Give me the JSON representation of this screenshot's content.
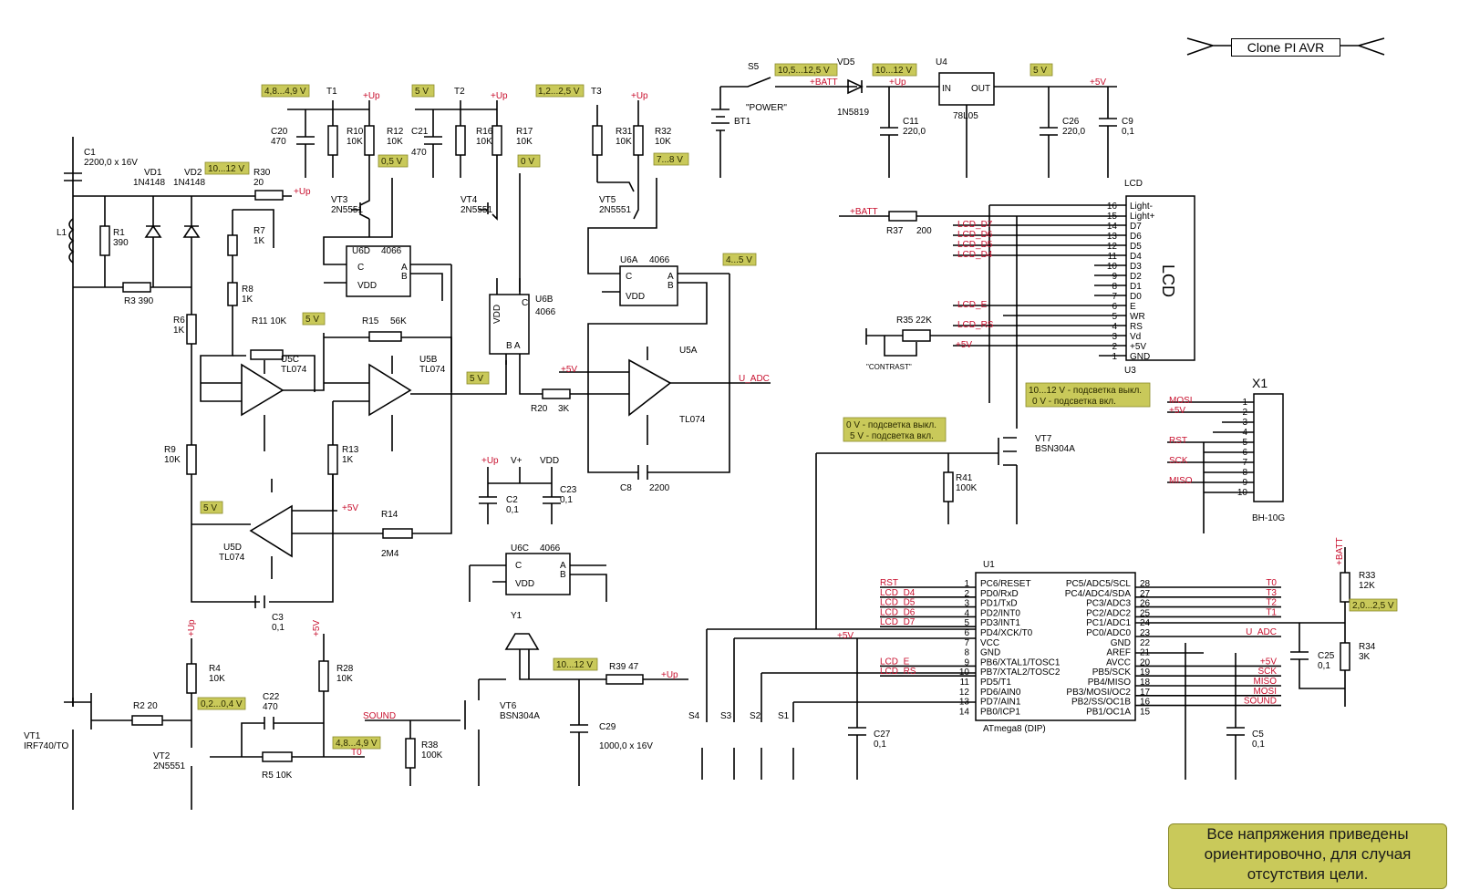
{
  "title": "Clone PI AVR",
  "note": [
    "Все напряжения приведены",
    "ориентировочно, для случая",
    "отсутствия цели."
  ],
  "colors": {
    "wire": "#000000",
    "signal": "#c8102e",
    "tag_fill": "#c9c95a"
  },
  "tags": {
    "t1": "4,8...4,9 V",
    "t_5v_a": "5 V",
    "t_1225": "1,2...2,5 V",
    "t_batt": "10,5...12,5 V",
    "t_up": "10...12 V",
    "t_5v_b": "5 V",
    "t_05": "0,5 V",
    "t_0v": "0 V",
    "t_78": "7...8 V",
    "t_4012": "10...12 V",
    "t_5v_c": "5 V",
    "t_5v_d": "5 V",
    "t_45": "4...5 V",
    "t_5v_e": "5 V",
    "t_02": "0,2...0,4 V",
    "t_489b": "4,8...4,9 V",
    "t_1012b": "10...12 V",
    "t_2025": "2,0...2,5 V",
    "bl1a": "10...12 V - подсветка выкл.",
    "bl1b": "0 V - подсветка вкл.",
    "bl2a": "0 V - подсветка выкл.",
    "bl2b": "5 V - подсветка вкл."
  },
  "labels": {
    "c1": "C1",
    "c1v": "2200,0 x 16V",
    "vd1": "VD1",
    "vd1v": "1N4148",
    "vd2": "VD2",
    "vd2v": "1N4148",
    "r30": "R30",
    "r30v": "20",
    "up": "+Up",
    "l1": "L1",
    "r1": "R1",
    "r1v": "390",
    "r3": "R3  390",
    "r7": "R7",
    "r7v": "1K",
    "r8": "R8",
    "r8v": "1K",
    "r6": "R6",
    "r6v": "1K",
    "r11": "R11  10K",
    "u5c": "U5C",
    "tl074": "TL074",
    "r15": "R15",
    "r15v": "56K",
    "u5b": "U5B",
    "r13": "R13",
    "r13v": "1K",
    "r9": "R9",
    "r9v": "10K",
    "u5d": "U5D",
    "r14": "R14",
    "r14v": "2M4",
    "c3": "C3",
    "c3v": "0,1",
    "c20": "C20",
    "c20v": "470",
    "r10": "R10",
    "r10v": "10K",
    "r12": "R12",
    "r12v": "10K",
    "t1": "T1",
    "c21": "C21",
    "c21v": "470",
    "r16": "R16",
    "r16v": "10K",
    "r17": "R17",
    "r17v": "10K",
    "t2": "T2",
    "vt3": "VT3",
    "vt3v": "2N5551",
    "vt4": "VT4",
    "vt4v": "2N5551",
    "vt5": "VT5",
    "vt5v": "2N5551",
    "t3": "T3",
    "r31": "R31",
    "r31v": "10K",
    "r32": "R32",
    "r32v": "10K",
    "u6d": "U6D",
    "u6a": "U6A",
    "u6b": "U6B",
    "u6c": "U6C",
    "ic4066": "4066",
    "vdd": "VDD",
    "c": "C",
    "a": "A",
    "b": "B",
    "ba": "B  A",
    "u5a": "U5A",
    "r20": "R20",
    "r20v": "3K",
    "c8": "C8",
    "c8v": "2200",
    "p5v": "+5V",
    "uadc": "U_ADC",
    "s5": "S5",
    "power": "\"POWER\"",
    "batt": "+BATT",
    "bt1": "BT1",
    "vd5": "VD5",
    "vd5v": "1N5819",
    "u4": "U4",
    "u4v": "78L05",
    "in": "IN",
    "out": "OUT",
    "c11": "C11",
    "c11v": "220,0",
    "c26": "C26",
    "c26v": "220,0",
    "c9": "C9",
    "c9v": "0,1",
    "lcd": "LCD",
    "lcd_big": "LCD",
    "u3": "U3",
    "r37": "R37",
    "r37v": "200",
    "r35": "R35 22K",
    "contrast": "\"CONTRAST\"",
    "vt7": "VT7",
    "bsn": "BSN304A",
    "r41": "R41",
    "r41v": "100K",
    "x1": "X1",
    "bh": "BH-10G",
    "cap_vup": "+Up",
    "vplus": "V+",
    "vddl": "VDD",
    "c2": "C2",
    "c2v": "0,1",
    "c23": "C23",
    "c23v": "0,1",
    "y1": "Y1",
    "r39": "R39  47",
    "c29": "C29",
    "c29v": "1000,0 x 16V",
    "vt6": "VT6",
    "sound": "SOUND",
    "r38": "R38",
    "r38v": "100K",
    "vt1": "VT1",
    "vt1v": "IRF740/TO",
    "r2": "R2   20",
    "vt2": "VT2",
    "vt2v": "2N5551",
    "r4": "R4",
    "r4v": "10K",
    "c22": "C22",
    "c22v": "470",
    "r5": "R5   10K",
    "r28": "R28",
    "r28v": "10K",
    "t0": "T0",
    "p5vb": "+5V",
    "u1": "U1",
    "u1v": "ATmega8 (DIP)",
    "r33": "R33",
    "r33v": "12K",
    "r34": "R34",
    "r34v": "3K",
    "c25": "C25",
    "c25v": "0,1",
    "c27": "C27",
    "c27v": "0,1",
    "c5": "C5",
    "c5v": "0,1",
    "s1": "S1",
    "s2": "S2",
    "s3": "S3",
    "s4": "S4"
  },
  "lcd_pins": [
    {
      "n": "16",
      "name": "Light-",
      "net": ""
    },
    {
      "n": "15",
      "name": "Light+",
      "net": ""
    },
    {
      "n": "14",
      "name": "D7",
      "net": "LCD_D7"
    },
    {
      "n": "13",
      "name": "D6",
      "net": "LCD_D6"
    },
    {
      "n": "12",
      "name": "D5",
      "net": "LCD_D5"
    },
    {
      "n": "11",
      "name": "D4",
      "net": "LCD_D4"
    },
    {
      "n": "10",
      "name": "D3",
      "net": ""
    },
    {
      "n": "9",
      "name": "D2",
      "net": ""
    },
    {
      "n": "8",
      "name": "D1",
      "net": ""
    },
    {
      "n": "7",
      "name": "D0",
      "net": ""
    },
    {
      "n": "6",
      "name": "E",
      "net": "LCD_E"
    },
    {
      "n": "5",
      "name": "WR",
      "net": ""
    },
    {
      "n": "4",
      "name": "RS",
      "net": "LCD_RS"
    },
    {
      "n": "3",
      "name": "Vd",
      "net": ""
    },
    {
      "n": "2",
      "name": "+5V",
      "net": "+5V"
    },
    {
      "n": "1",
      "name": "GND",
      "net": ""
    }
  ],
  "x1_pins": [
    {
      "n": "1",
      "net": "MOSI"
    },
    {
      "n": "2",
      "net": "+5V"
    },
    {
      "n": "3",
      "net": ""
    },
    {
      "n": "4",
      "net": ""
    },
    {
      "n": "5",
      "net": "RST"
    },
    {
      "n": "6",
      "net": ""
    },
    {
      "n": "7",
      "net": "SCK"
    },
    {
      "n": "8",
      "net": ""
    },
    {
      "n": "9",
      "net": "MISO"
    },
    {
      "n": "10",
      "net": ""
    }
  ],
  "mcu_left": [
    {
      "n": "1",
      "name": "PC6/RESET",
      "net": "RST"
    },
    {
      "n": "2",
      "name": "PD0/RxD",
      "net": "LCD_D4"
    },
    {
      "n": "3",
      "name": "PD1/TxD",
      "net": "LCD_D5"
    },
    {
      "n": "4",
      "name": "PD2/INT0",
      "net": "LCD_D6"
    },
    {
      "n": "5",
      "name": "PD3/INT1",
      "net": "LCD_D7"
    },
    {
      "n": "6",
      "name": "PD4/XCK/T0",
      "net": ""
    },
    {
      "n": "7",
      "name": "VCC",
      "net": "+5V"
    },
    {
      "n": "8",
      "name": "GND",
      "net": ""
    },
    {
      "n": "9",
      "name": "PB6/XTAL1/TOSC1",
      "net": "LCD_E"
    },
    {
      "n": "10",
      "name": "PB7/XTAL2/TOSC2",
      "net": "LCD_RS"
    },
    {
      "n": "11",
      "name": "PD5/T1",
      "net": ""
    },
    {
      "n": "12",
      "name": "PD6/AIN0",
      "net": ""
    },
    {
      "n": "13",
      "name": "PD7/AIN1",
      "net": ""
    },
    {
      "n": "14",
      "name": "PB0/ICP1",
      "net": ""
    }
  ],
  "mcu_right": [
    {
      "n": "28",
      "name": "PC5/ADC5/SCL",
      "net": "T0"
    },
    {
      "n": "27",
      "name": "PC4/ADC4/SDA",
      "net": "T3"
    },
    {
      "n": "26",
      "name": "PC3/ADC3",
      "net": "T2"
    },
    {
      "n": "25",
      "name": "PC2/ADC2",
      "net": "T1"
    },
    {
      "n": "24",
      "name": "PC1/ADC1",
      "net": ""
    },
    {
      "n": "23",
      "name": "PC0/ADC0",
      "net": "U_ADC"
    },
    {
      "n": "22",
      "name": "GND",
      "net": ""
    },
    {
      "n": "21",
      "name": "AREF",
      "net": ""
    },
    {
      "n": "20",
      "name": "AVCC",
      "net": "+5V"
    },
    {
      "n": "19",
      "name": "PB5/SCK",
      "net": "SCK"
    },
    {
      "n": "18",
      "name": "PB4/MISO",
      "net": "MISO"
    },
    {
      "n": "17",
      "name": "PB3/MOSI/OC2",
      "net": "MOSI"
    },
    {
      "n": "16",
      "name": "PB2/SS/OC1B",
      "net": "SOUND"
    },
    {
      "n": "15",
      "name": "PB1/OC1A",
      "net": ""
    }
  ]
}
